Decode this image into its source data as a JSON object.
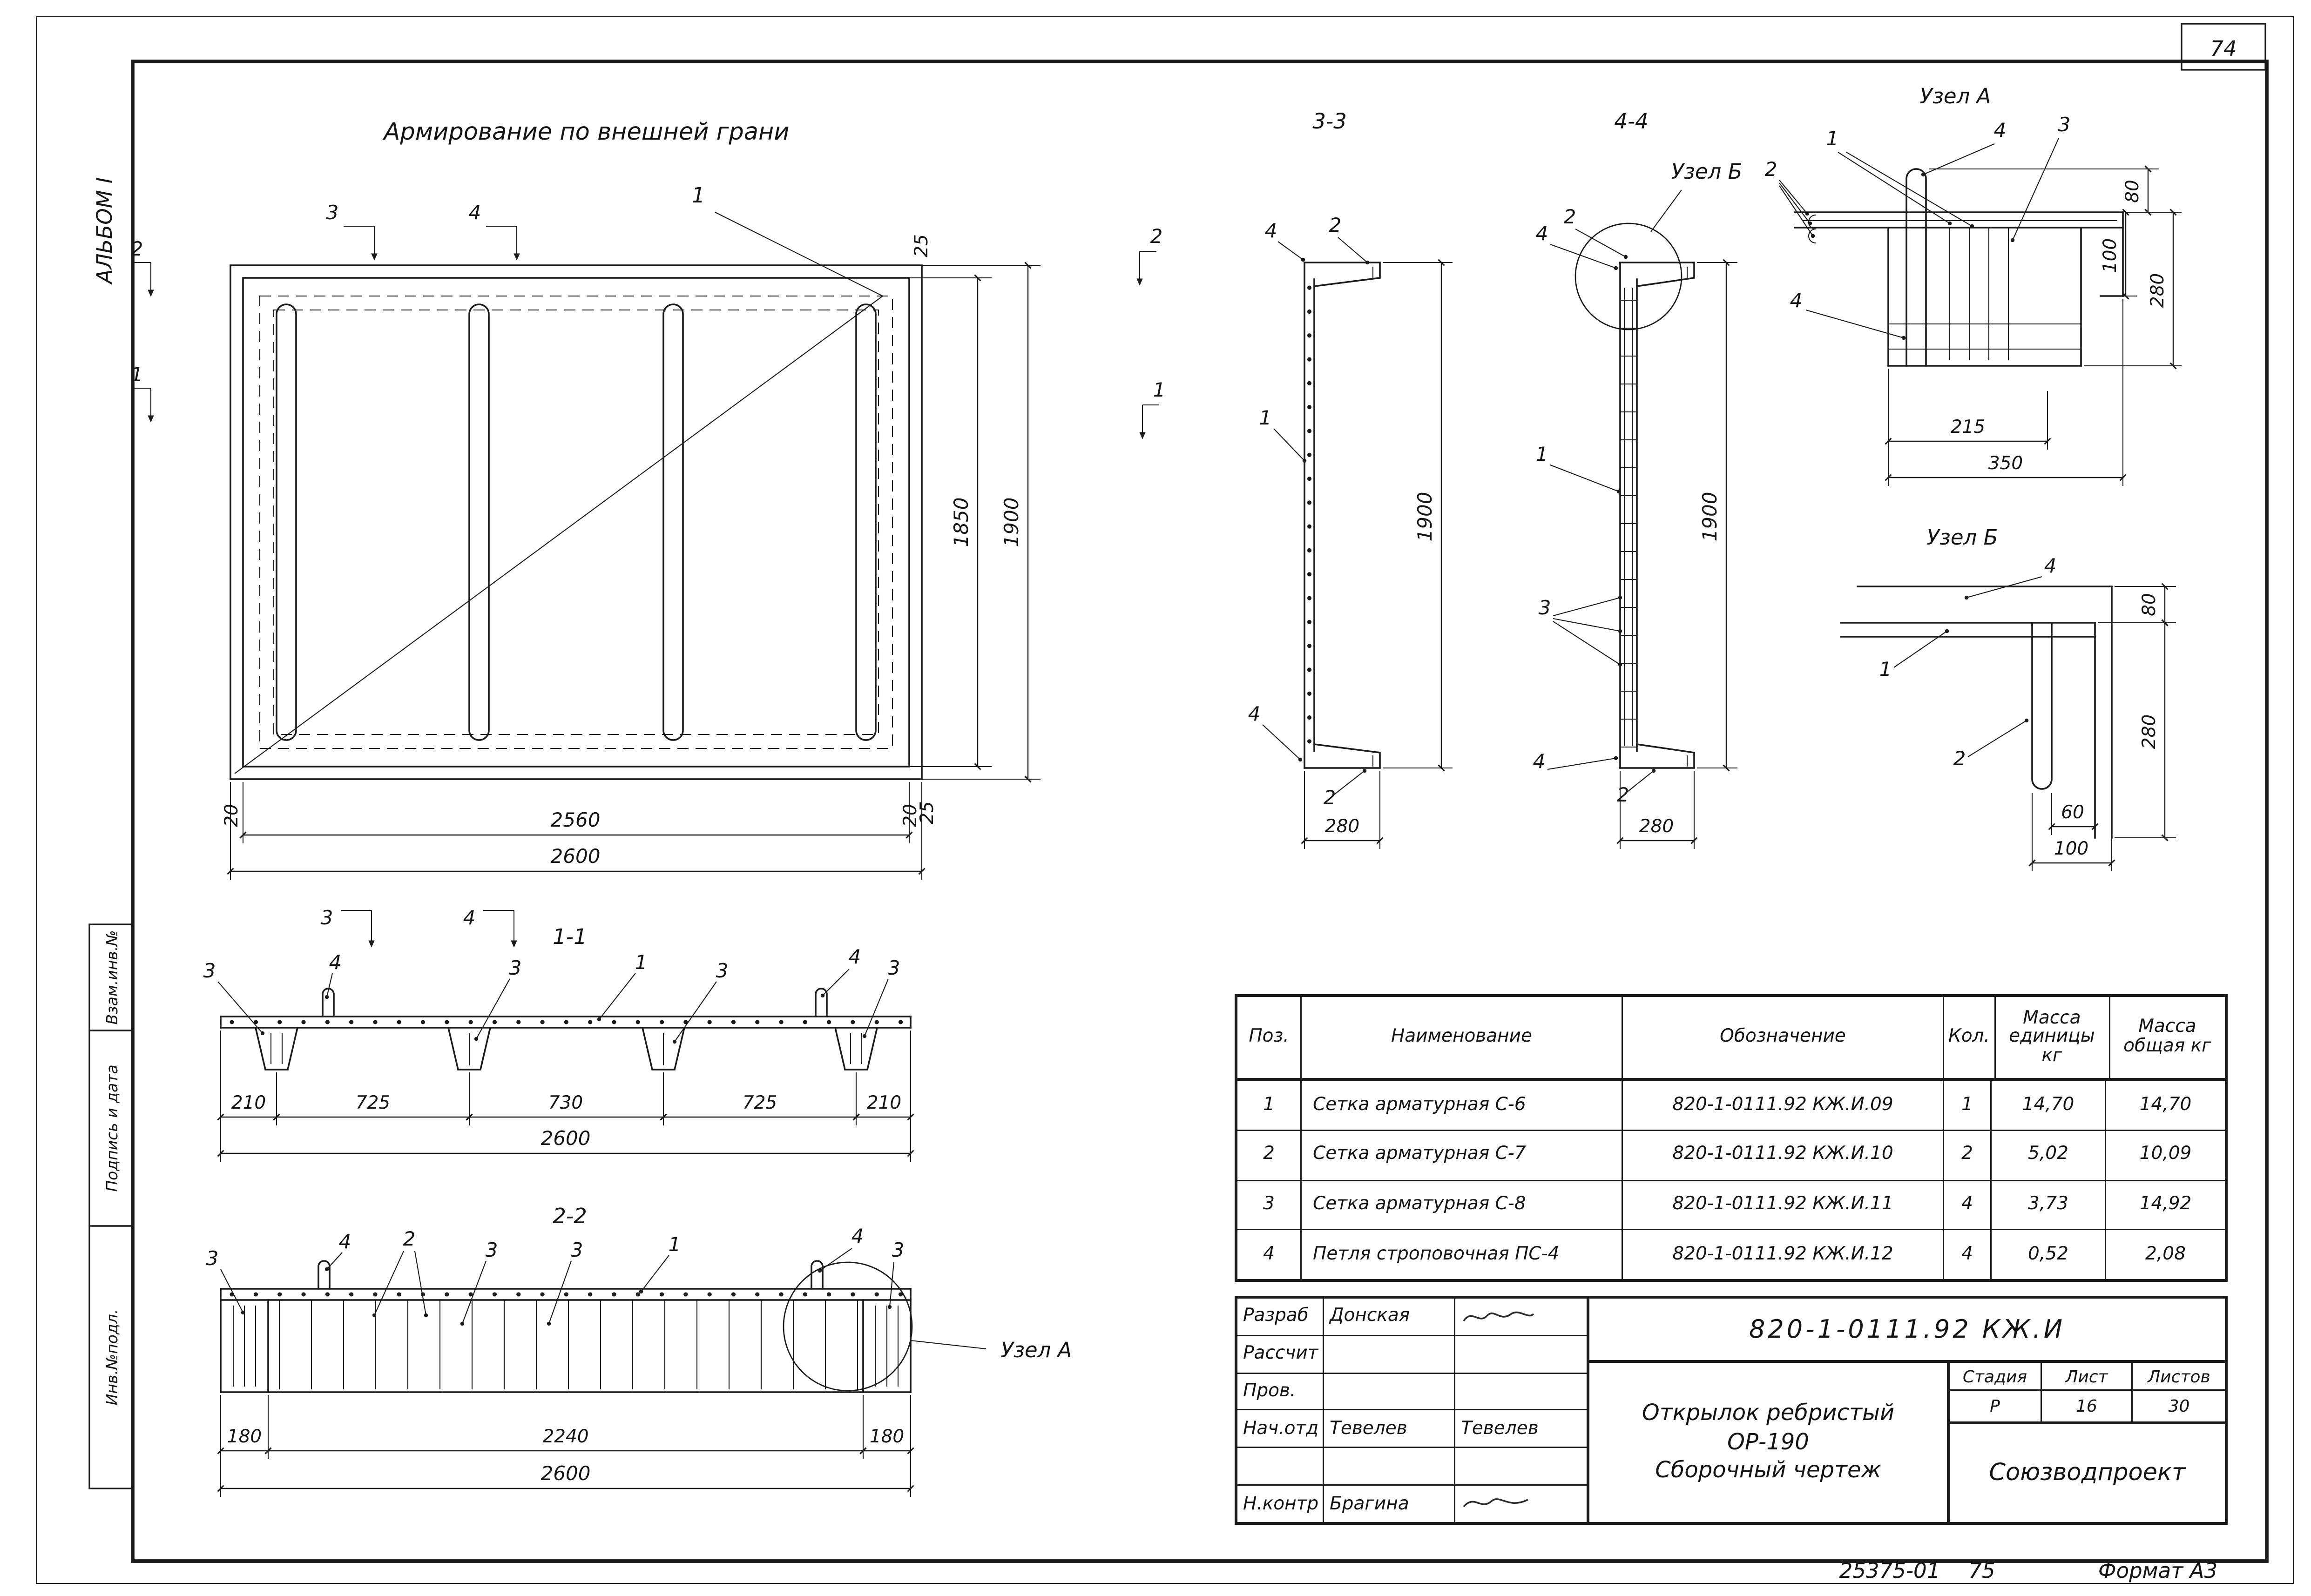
{
  "page": {
    "page_number": "74",
    "footer": {
      "doc_code": "25375-01",
      "page": "75",
      "format": "Формат А3"
    }
  },
  "left_margin": {
    "album": "АЛЬБОМ I",
    "vzam": "Взам.инв.№",
    "podpis": "Подпись и дата",
    "inv": "Инв.№подл."
  },
  "plan": {
    "title": "Армирование по внешней грани",
    "callout_mesh": "1",
    "marks": {
      "top3": "3",
      "top4": "4",
      "bottom3": "3",
      "bottom4": "4",
      "left2": "2",
      "left1": "1",
      "right2": "2",
      "right1": "1"
    },
    "dims": {
      "top25": "25",
      "h1850": "1850",
      "h1900": "1900",
      "bottom25": "25",
      "left20": "20",
      "w2560": "2560",
      "w2600": "2600",
      "right20": "20"
    }
  },
  "s11": {
    "title": "1-1",
    "labels": [
      "3",
      "4",
      "3",
      "1",
      "3",
      "4",
      "3"
    ],
    "dims": [
      "210",
      "725",
      "730",
      "725",
      "210"
    ],
    "total": "2600"
  },
  "s22": {
    "title": "2-2",
    "labels": [
      "3",
      "4",
      "2",
      "3",
      "3",
      "1",
      "4",
      "3"
    ],
    "dims": [
      "180",
      "2240",
      "180"
    ],
    "total": "2600",
    "callout": "Узел А"
  },
  "s33": {
    "title": "3-3",
    "labels": {
      "top4": "4",
      "top2": "2",
      "mid1": "1",
      "bot4": "4",
      "bot2": "2"
    },
    "dims": {
      "height": "1900",
      "width": "280"
    }
  },
  "s44": {
    "title": "4-4",
    "callout": "Узел Б",
    "labels": {
      "top4": "4",
      "top2": "2",
      "mid1": "1",
      "mid3": "3",
      "bot4": "4",
      "bot2": "2"
    },
    "dims": {
      "height": "1900",
      "width": "280"
    }
  },
  "node_a": {
    "title": "Узел А",
    "labels": {
      "l2": "2",
      "l1": "1",
      "l4": "4",
      "l3": "3",
      "l4b": "4"
    },
    "dims": {
      "d80": "80",
      "d100": "100",
      "d280": "280",
      "d215": "215",
      "d350": "350"
    }
  },
  "node_b": {
    "title": "Узел Б",
    "labels": {
      "l4": "4",
      "l1": "1",
      "l2": "2"
    },
    "dims": {
      "d80": "80",
      "d280": "280",
      "d60": "60",
      "d100": "100"
    }
  },
  "spec_table": {
    "headers": {
      "pos": "Поз.",
      "name": "Наименование",
      "designation": "Обозначение",
      "qty": "Кол.",
      "unit_mass": "Масса единицы кг",
      "total_mass": "Масса общая кг"
    },
    "rows": [
      {
        "pos": "1",
        "name": "Сетка арматурная С-6",
        "designation": "820-1-0111.92 КЖ.И.09",
        "qty": "1",
        "unit_mass": "14,70",
        "total_mass": "14,70"
      },
      {
        "pos": "2",
        "name": "Сетка арматурная С-7",
        "designation": "820-1-0111.92 КЖ.И.10",
        "qty": "2",
        "unit_mass": "5,02",
        "total_mass": "10,09"
      },
      {
        "pos": "3",
        "name": "Сетка арматурная С-8",
        "designation": "820-1-0111.92 КЖ.И.11",
        "qty": "4",
        "unit_mass": "3,73",
        "total_mass": "14,92"
      },
      {
        "pos": "4",
        "name": "Петля строповочная ПС-4",
        "designation": "820-1-0111.92 КЖ.И.12",
        "qty": "4",
        "unit_mass": "0,52",
        "total_mass": "2,08"
      }
    ]
  },
  "title_block": {
    "roles": [
      {
        "role": "Разраб",
        "name": "Донская",
        "sig": ""
      },
      {
        "role": "Рассчит",
        "name": "",
        "sig": ""
      },
      {
        "role": "Пров.",
        "name": "",
        "sig": ""
      },
      {
        "role": "Нач.отд",
        "name": "Тевелев",
        "sig": "Тевелев"
      },
      {
        "role": "Н.контр",
        "name": "Брагина",
        "sig": ""
      }
    ],
    "doc_number": "820-1-0111.92  КЖ.И",
    "title_line1": "Открылок ребристый",
    "title_line2": "ОР-190",
    "title_line3": "Сборочный чертеж",
    "stage_label": "Стадия",
    "sheet_label": "Лист",
    "sheets_label": "Листов",
    "stage": "Р",
    "sheet": "16",
    "sheets": "30",
    "organization": "Союзводпроект"
  }
}
